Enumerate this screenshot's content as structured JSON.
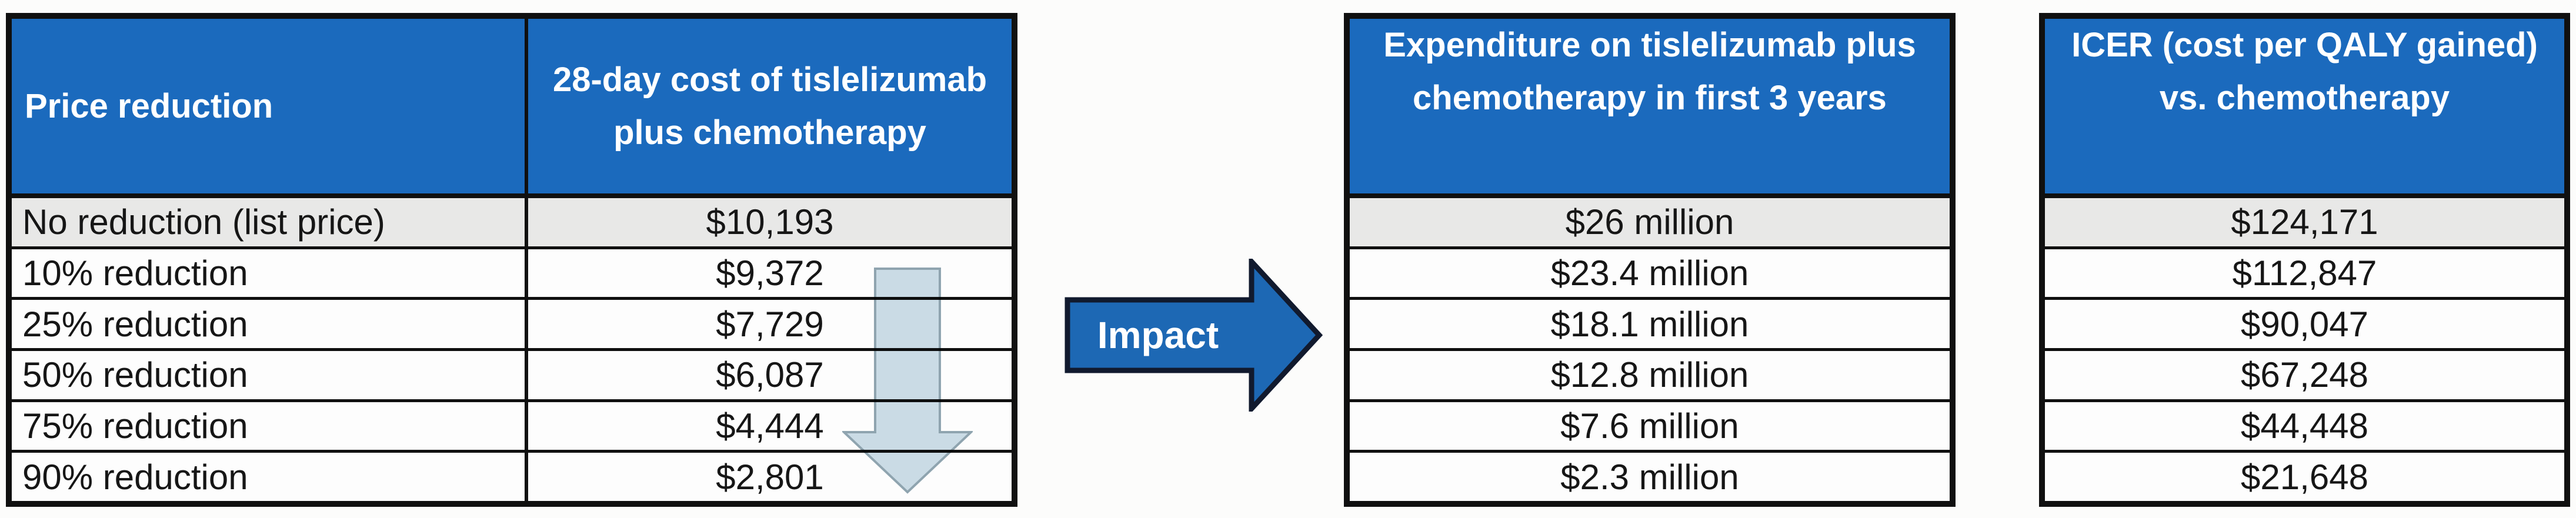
{
  "colors": {
    "header_blue": "#1b6abd",
    "arrow_blue": "#1d68b4",
    "arrow_outline": "#111a2e",
    "trend_fill": "#c9dbe6",
    "trend_stroke": "#8aa0ad",
    "row_alt": "#e8e8e7",
    "row_white": "#fdfdfd",
    "line_black": "#101010",
    "cell_text": "#161616"
  },
  "left_table": {
    "col1_header": "Price reduction",
    "col2_header": "28-day cost of tislelizumab plus chemotherapy",
    "rows": [
      {
        "label": "No reduction (list price)",
        "value": "$10,193"
      },
      {
        "label": "10% reduction",
        "value": "$9,372"
      },
      {
        "label": "25% reduction",
        "value": "$7,729"
      },
      {
        "label": "50% reduction",
        "value": "$6,087"
      },
      {
        "label": "75% reduction",
        "value": "$4,444"
      },
      {
        "label": "90% reduction",
        "value": "$2,801"
      }
    ]
  },
  "impact_arrow": {
    "label": "Impact",
    "icon": "right-arrow-icon"
  },
  "trend_arrow": {
    "icon": "down-arrow-icon",
    "meaning": "decreasing cost"
  },
  "middle_table": {
    "header": "Expenditure on tislelizumab plus chemotherapy in first 3 years",
    "rows": [
      "$26 million",
      "$23.4 million",
      "$18.1 million",
      "$12.8 million",
      "$7.6 million",
      "$2.3 million"
    ]
  },
  "right_table": {
    "header": "ICER (cost per QALY gained) vs. chemotherapy",
    "rows": [
      "$124,171",
      "$112,847",
      "$90,047",
      "$67,248",
      "$44,448",
      "$21,648"
    ]
  }
}
